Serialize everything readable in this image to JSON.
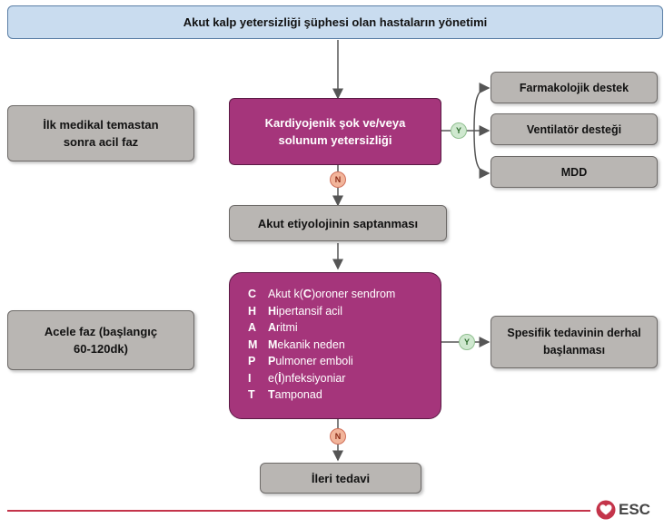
{
  "title": "Akut kalp yetersizliği şüphesi olan hastaların yönetimi",
  "phases": {
    "first": "İlk medikal temastan sonra acil faz",
    "urgent": "Acele faz (başlangıç 60-120dk)"
  },
  "nodes": {
    "shock": "Kardiyojenik şok ve/veya solunum yetersizliği",
    "farma": "Farmakolojik destek",
    "vent": "Ventilatör desteği",
    "mdd": "MDD",
    "etiology": "Akut etiyolojinin saptanması",
    "specific": "Spesifik tedavinin derhal başlanması",
    "further": "İleri tedavi"
  },
  "labels": {
    "yes": "Y",
    "no": "N"
  },
  "chameleon": [
    {
      "letter": "C",
      "pre": "Akut k(",
      "hl": "C",
      "post": ")oroner sendrom"
    },
    {
      "letter": "H",
      "pre": "",
      "hl": "H",
      "post": "ipertansif acil"
    },
    {
      "letter": "A",
      "pre": "",
      "hl": "A",
      "post": "ritmi"
    },
    {
      "letter": "M",
      "pre": "",
      "hl": "M",
      "post": "ekanik neden"
    },
    {
      "letter": "P",
      "pre": "",
      "hl": "P",
      "post": "ulmoner emboli"
    },
    {
      "letter": "I",
      "pre": "e(",
      "hl": "İ",
      "post": ")nfeksiyoniar"
    },
    {
      "letter": "T",
      "pre": "",
      "hl": "T",
      "post": "amponad"
    }
  ],
  "logo": {
    "text": "ESC",
    "icon": "heart-icon"
  }
}
